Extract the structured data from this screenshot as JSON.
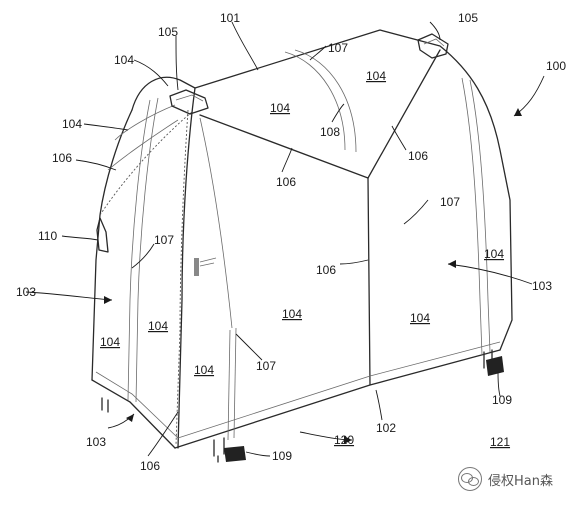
{
  "figure": {
    "labels": {
      "r100": "100",
      "r101": "101",
      "r102": "102",
      "r103": "103",
      "r104": "104",
      "r105": "105",
      "r106": "106",
      "r107": "107",
      "r108": "108",
      "r109": "109",
      "r110": "110",
      "r120": "120",
      "r121": "121"
    },
    "watermark": {
      "text": "侵权Han森"
    }
  }
}
